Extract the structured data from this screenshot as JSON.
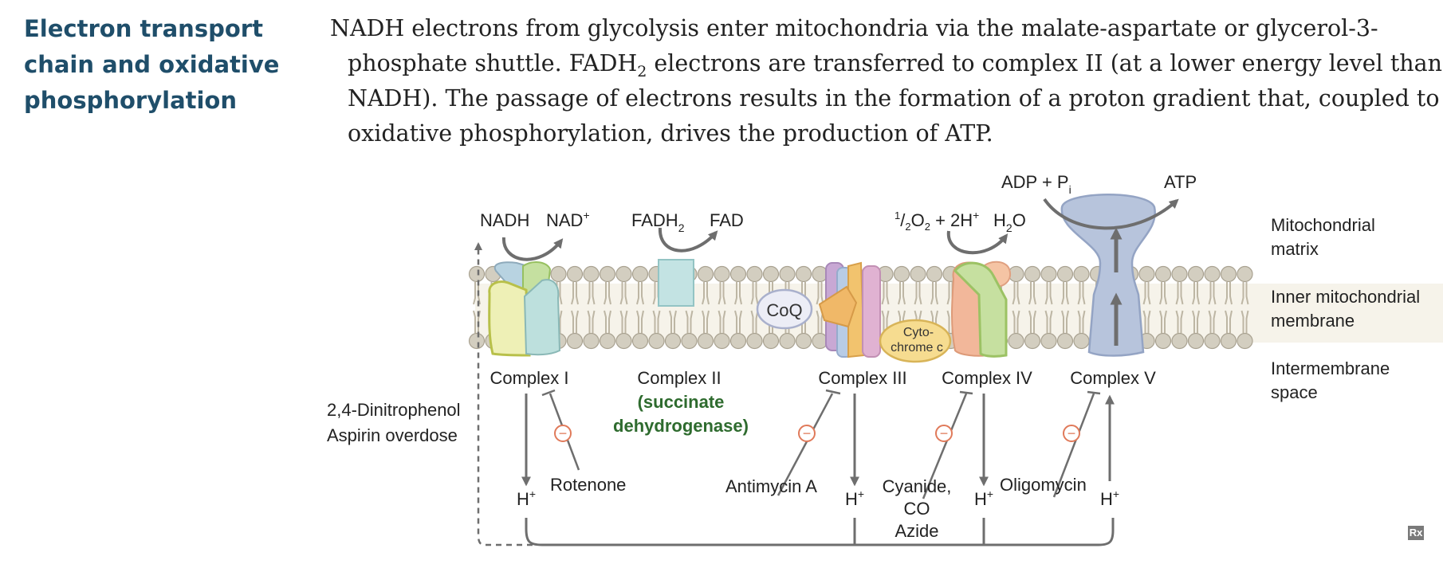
{
  "section": {
    "title_lines": [
      "Electron transport",
      "chain and oxidative",
      "phosphorylation"
    ]
  },
  "description": {
    "line1": "NADH electrons from glycolysis enter mitochondria via the malate-aspartate or glycerol-3-",
    "line2_pre": "phosphate shuttle. FADH",
    "line2_sub": "2",
    "line2_post": " electrons are transferred to complex II (at a lower energy level than",
    "line3": "NADH). The passage of electrons results in the formation of a proton gradient that, coupled to",
    "line4": "oxidative phosphorylation, drives the production of ATP."
  },
  "diagram": {
    "reactions": {
      "nadh": "NADH",
      "nad": "NAD",
      "nad_sup": "+",
      "fadh": "FADH",
      "fadh_sub": "2",
      "fad": "FAD",
      "o2_pre": "1",
      "o2_mid": "/",
      "o2_den": "2",
      "o2_main": "O",
      "o2_sub": "2",
      "o2_rest": " + 2H",
      "o2_sup": "+",
      "h2o_h": "H",
      "h2o_sub": "2",
      "h2o_o": "O",
      "adp": "ADP + P",
      "adp_sub": "i",
      "atp": "ATP"
    },
    "compartments": {
      "matrix": [
        "Mitochondrial",
        "matrix"
      ],
      "membrane": [
        "Inner mitochondrial",
        "membrane"
      ],
      "space": [
        "Intermembrane",
        "space"
      ]
    },
    "carriers": {
      "coq": "CoQ",
      "cyto": [
        "Cyto-",
        "chrome c"
      ]
    },
    "complexes": {
      "c1": "Complex I",
      "c2": "Complex II",
      "c2_sub": [
        "(succinate",
        "dehydrogenase)"
      ],
      "c3": "Complex III",
      "c4": "Complex IV",
      "c5": "Complex V"
    },
    "inhibitors": {
      "rotenone": "Rotenone",
      "antimycin": "Antimycin A",
      "cyanide": [
        "Cyanide,",
        "CO",
        "Azide"
      ],
      "oligomycin": "Oligomycin",
      "uncouplers": [
        "2,4-Dinitrophenol",
        "Aspirin overdose"
      ]
    },
    "protons": {
      "h": "H",
      "sup": "+"
    },
    "inhibit_sign": "−"
  },
  "badge": "Rx",
  "colors": {
    "title": "#1f4e6a",
    "arrow": "#6e6e6e",
    "complex2_label": "#2e6b2e",
    "lipid_head": "#d3cec0",
    "complex5": "#b7c4dc",
    "cytochrome": "#f6dc90"
  }
}
